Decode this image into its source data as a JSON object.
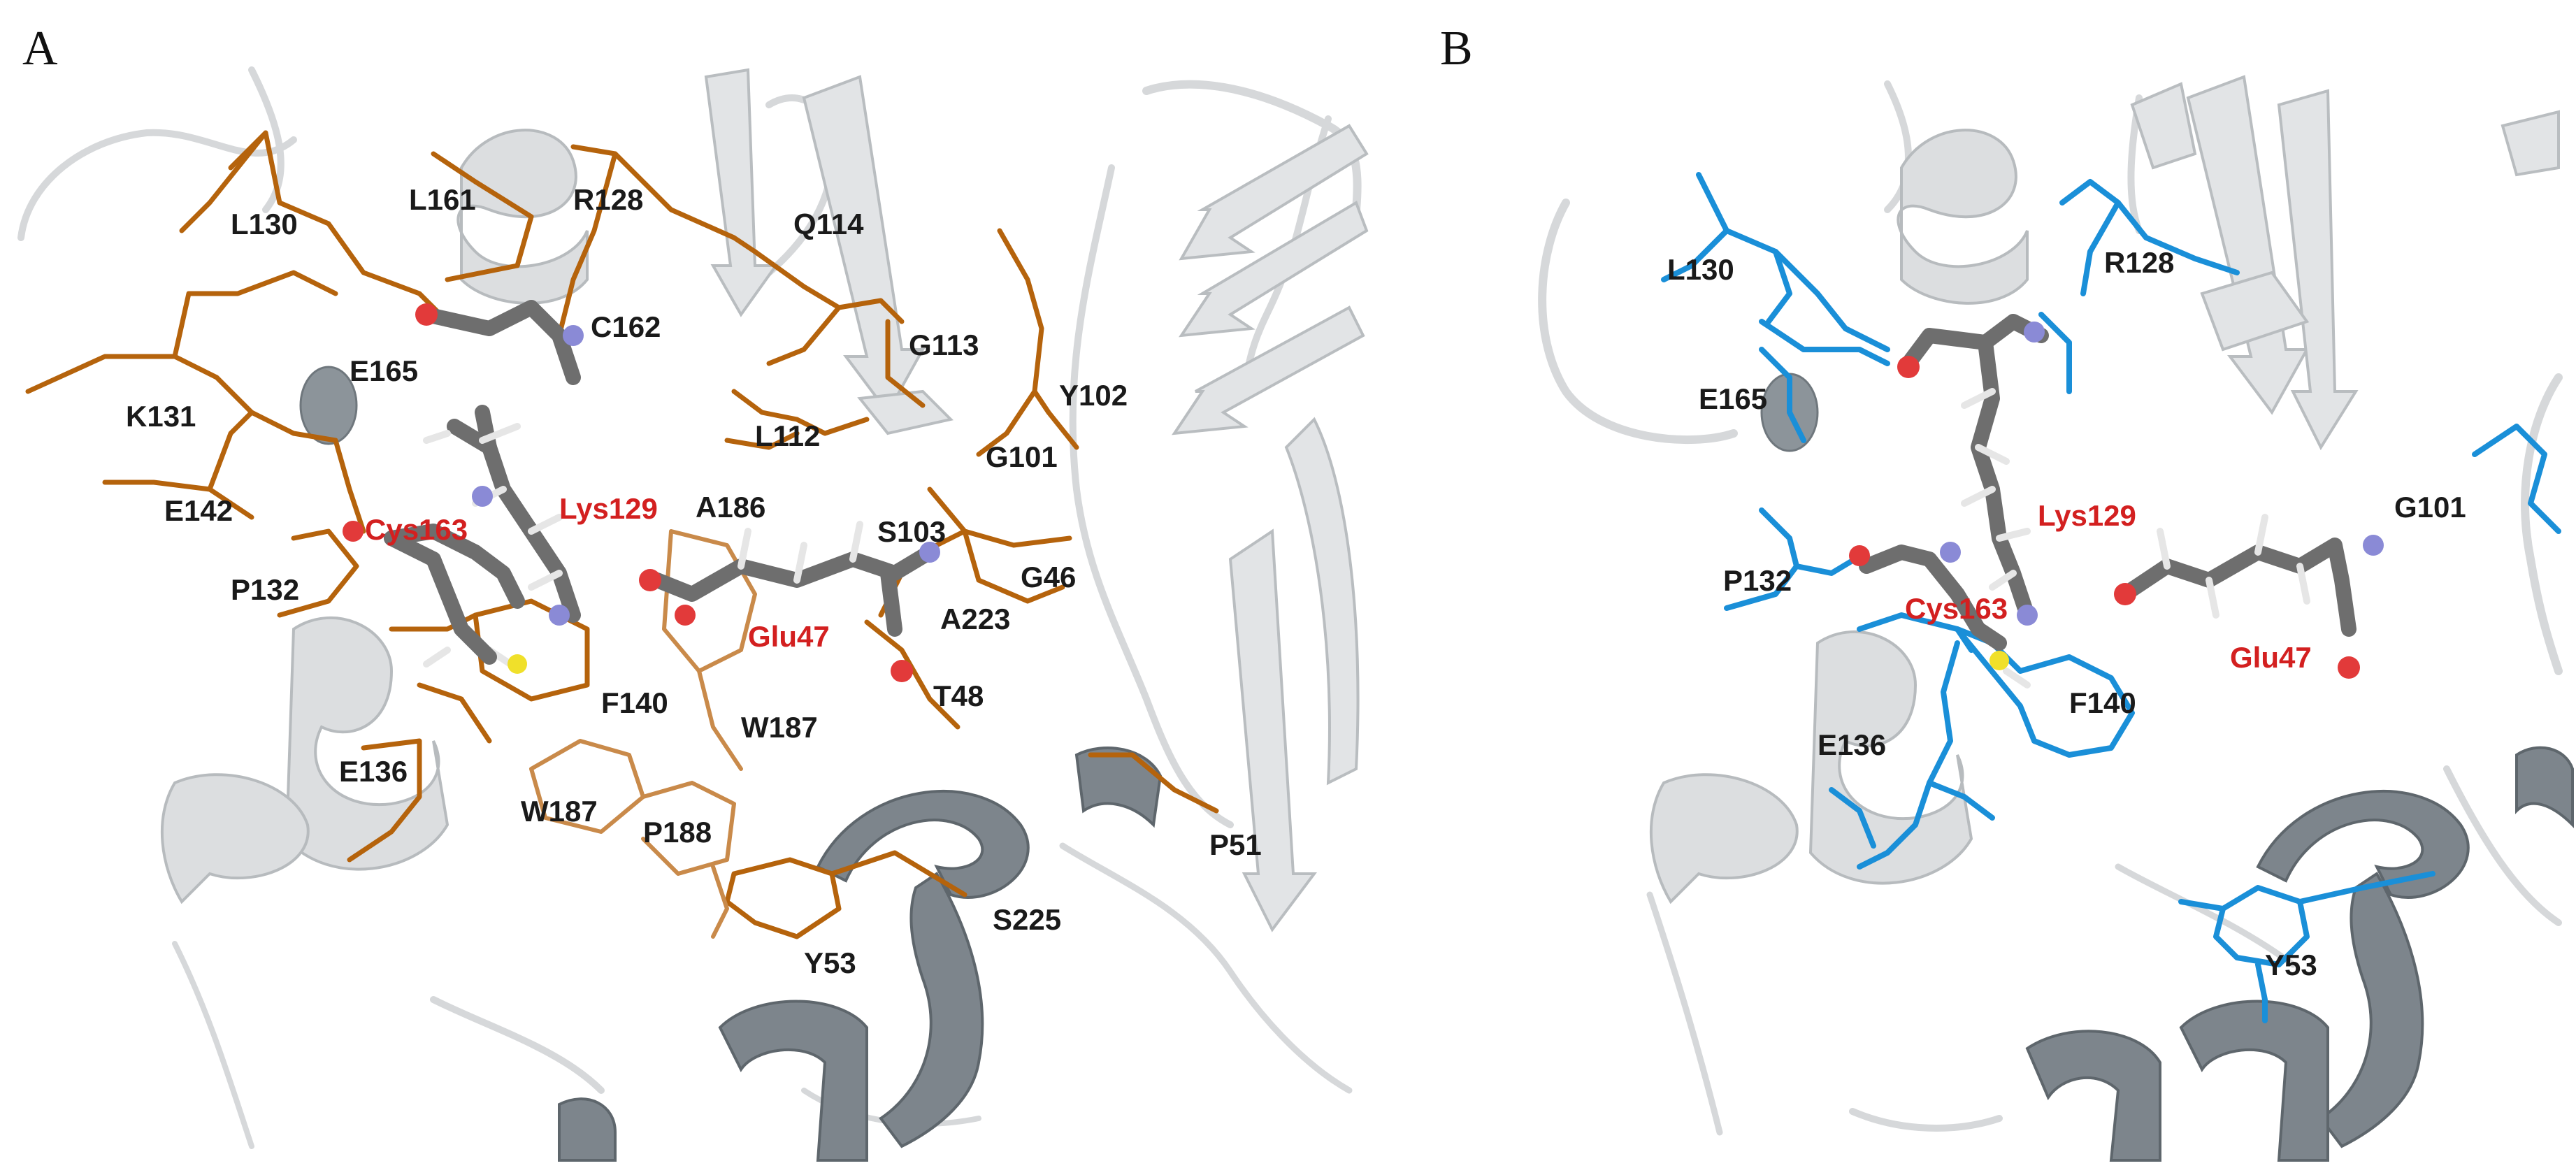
{
  "panels": [
    {
      "letter": "A",
      "residue_color": "#b5630c",
      "residues": {
        "L130": "L130",
        "L161": "L161",
        "R128": "R128",
        "Q114": "Q114",
        "C162": "C162",
        "E165": "E165",
        "G113": "G113",
        "K131": "K131",
        "Y102": "Y102",
        "L112": "L112",
        "G101": "G101",
        "E142": "E142",
        "A186": "A186",
        "S103": "S103",
        "P132": "P132",
        "G46": "G46",
        "A223": "A223",
        "F140": "F140",
        "T48": "T48",
        "W187a": "W187",
        "E136": "E136",
        "W187b": "W187",
        "P188": "P188",
        "P51": "P51",
        "S225": "S225",
        "Y53": "Y53"
      },
      "ligand_labels": {
        "cys": "Cys163",
        "lys": "Lys129",
        "glu": "Glu47"
      }
    },
    {
      "letter": "B",
      "residue_color": "#1a8fd8",
      "residues": {
        "L130": "L130",
        "R128": "R128",
        "E165": "E165",
        "G101": "G101",
        "P132": "P132",
        "F140": "F140",
        "E136": "E136",
        "Y53": "Y53"
      },
      "ligand_labels": {
        "lys": "Lys129",
        "cys": "Cys163",
        "glu": "Glu47"
      }
    }
  ],
  "colors": {
    "ligand_label": "#d32020",
    "carbon": "#6e6e6e",
    "oxygen": "#e23a3a",
    "nitrogen": "#8a8ad6",
    "sulfur": "#f0e02a",
    "cartoon_light": "#d6d8da",
    "cartoon_dark": "#7d858c"
  }
}
